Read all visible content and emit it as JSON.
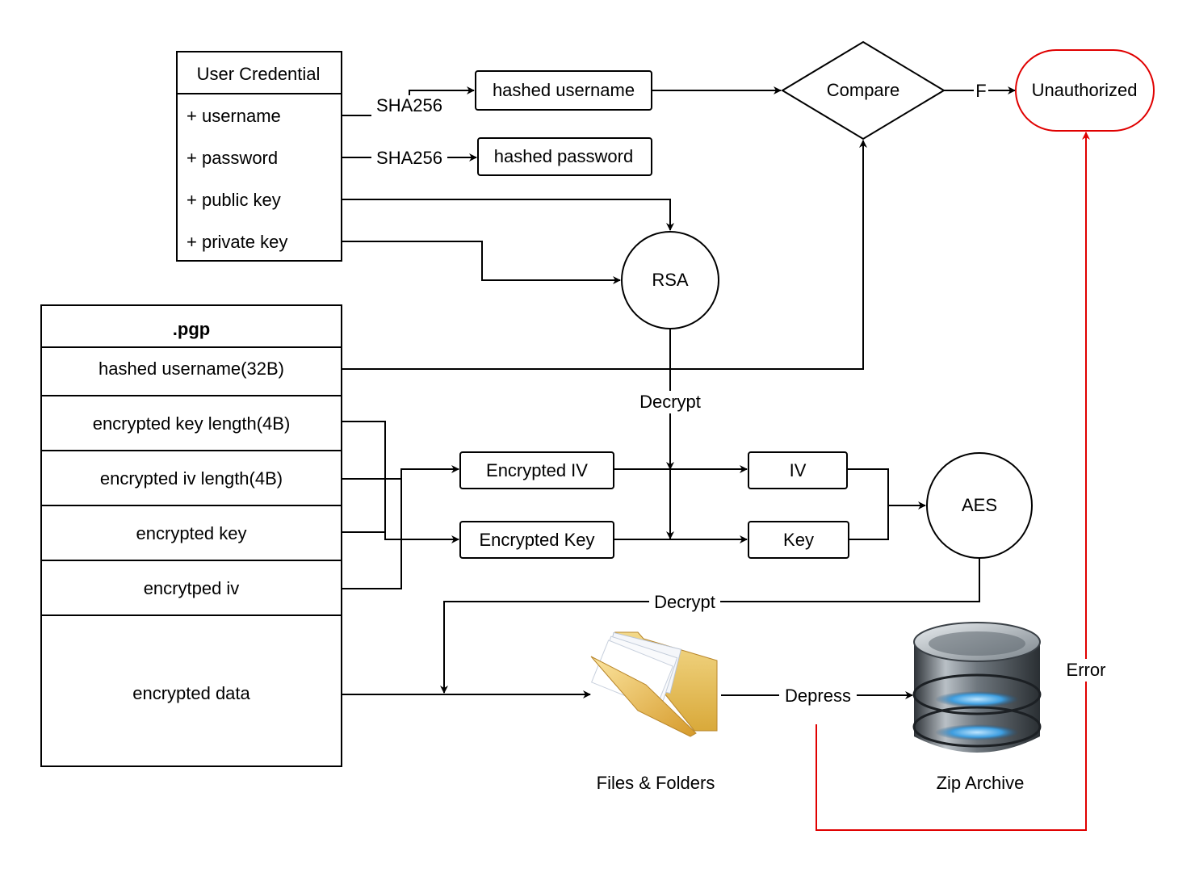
{
  "credential": {
    "title": "User Credential",
    "fields": [
      "+ username",
      "+ password",
      "+ public key",
      "+ private key"
    ]
  },
  "pgp": {
    "title": ".pgp",
    "fields": [
      "hashed username(32B)",
      "encrypted key length(4B)",
      "encrypted iv length(4B)",
      "encrypted key",
      "encrytped iv",
      "encrypted data"
    ]
  },
  "nodes": {
    "hashed_username": "hashed username",
    "hashed_password": "hashed password",
    "compare": "Compare",
    "unauthorized": "Unauthorized",
    "rsa": "RSA",
    "encrypted_iv": "Encrypted IV",
    "encrypted_key": "Encrypted Key",
    "iv": "IV",
    "key": "Key",
    "aes": "AES",
    "files_folders": "Files & Folders",
    "zip_archive": "Zip Archive"
  },
  "edge_labels": {
    "sha256_username": "SHA256",
    "sha256_password": "SHA256",
    "compare_false": "F",
    "rsa_decrypt": "Decrypt",
    "aes_decrypt": "Decrypt",
    "depress": "Depress",
    "error": "Error"
  },
  "icons": {
    "folder": "folder-icon",
    "archive": "database-archive-icon"
  },
  "colors": {
    "error_line": "#e00000",
    "unauthorized_border": "#e00000"
  }
}
